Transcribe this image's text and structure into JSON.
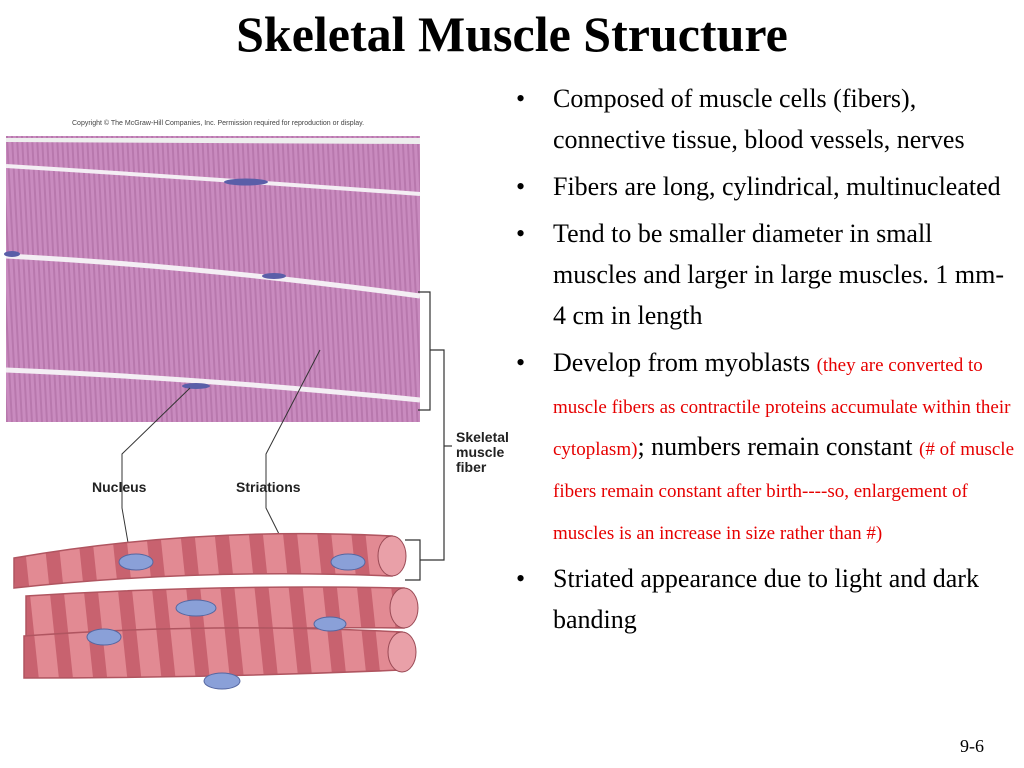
{
  "title": "Skeletal Muscle Structure",
  "figure": {
    "copyright": "Copyright © The McGraw-Hill Companies, Inc. Permission required for reproduction or display.",
    "label_nucleus": "Nucleus",
    "label_striations": "Striations",
    "label_fiber_1": "Skeletal",
    "label_fiber_2": "muscle",
    "label_fiber_3": "fiber"
  },
  "bullets": {
    "b1": "Composed of muscle cells (fibers), connective tissue, blood vessels, nerves",
    "b2": "Fibers are long, cylindrical, multinucleated",
    "b3": "Tend to be smaller diameter in small muscles and larger in large muscles. 1 mm- 4 cm in length",
    "b4_main": "Develop from myoblasts ",
    "b4_red1": "(they are converted to muscle fibers as contractile proteins accumulate within their cytoplasm)",
    "b4_mid": "; numbers remain constant ",
    "b4_red2": "(# of muscle fibers remain constant after birth----so, enlargement of muscles is an increase in size rather than #)",
    "b5": "Striated appearance due to light and dark banding"
  },
  "slide_number": "9-6",
  "colors": {
    "micrograph": "#c98bbf",
    "fiber": "#e08890",
    "nucleus": "#8aa0d8",
    "note": "#e60000"
  }
}
